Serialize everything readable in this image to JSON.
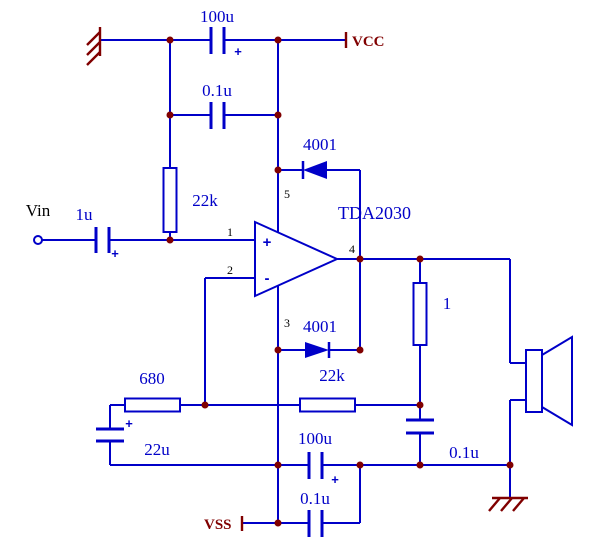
{
  "meta": {
    "title": "TDA2030 audio power amplifier schematic"
  },
  "colors": {
    "wire": "#0000c8",
    "component_label": "#0000c8",
    "power": "#800000",
    "junction": "#800000",
    "signal_text": "#000000"
  },
  "power": {
    "vcc": "VCC",
    "vss": "VSS"
  },
  "input": {
    "label": "Vin"
  },
  "ic": {
    "name": "TDA2030",
    "plus": "+",
    "minus": "-",
    "pins": {
      "in_plus": "1",
      "in_minus": "2",
      "vneg": "3",
      "out": "4",
      "vpos": "5"
    }
  },
  "components": {
    "c_vcc_bulk": {
      "value": "100u",
      "polarity": "+"
    },
    "c_vcc_hf": {
      "value": "0.1u"
    },
    "r_bias": {
      "value": "22k"
    },
    "d_top": {
      "value": "4001"
    },
    "d_bottom": {
      "value": "4001"
    },
    "c_input": {
      "value": "1u",
      "polarity": "+"
    },
    "r_fb_ground": {
      "value": "680"
    },
    "c_fb": {
      "value": "22u",
      "polarity": "+"
    },
    "r_feedback": {
      "value": "22k"
    },
    "r_zobel": {
      "value": "1"
    },
    "c_zobel": {
      "value": "0.1u"
    },
    "c_vss_bulk": {
      "value": "100u",
      "polarity": "+"
    },
    "c_vss_hf": {
      "value": "0.1u"
    }
  }
}
